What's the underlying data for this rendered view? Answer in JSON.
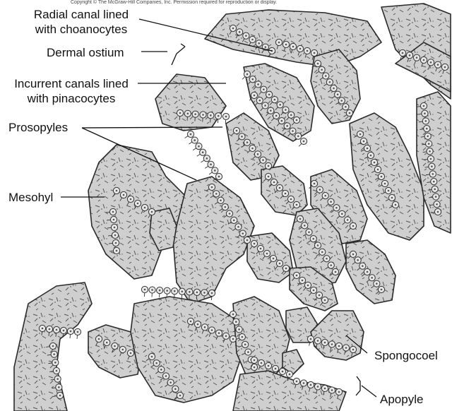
{
  "copyright": "Copyright © The McGraw-Hill Companies, Inc. Permission required for reproduction or display.",
  "labels": {
    "radial_canal_line1": "Radial canal lined",
    "radial_canal_line2": "with choanocytes",
    "dermal_ostium": "Dermal ostium",
    "incurrent_line1": "Incurrent canals lined",
    "incurrent_line2": "with pinacocytes",
    "prosopyles": "Prosopyles",
    "mesohyl": "Mesohyl",
    "spongocoel": "Spongocoel",
    "apopyle": "Apopyle"
  },
  "colors": {
    "tissue_fill": "#cfcfcf",
    "tissue_outline": "#2a2a2a",
    "cell_fill": "#e8e8e8",
    "ink": "#111111"
  }
}
